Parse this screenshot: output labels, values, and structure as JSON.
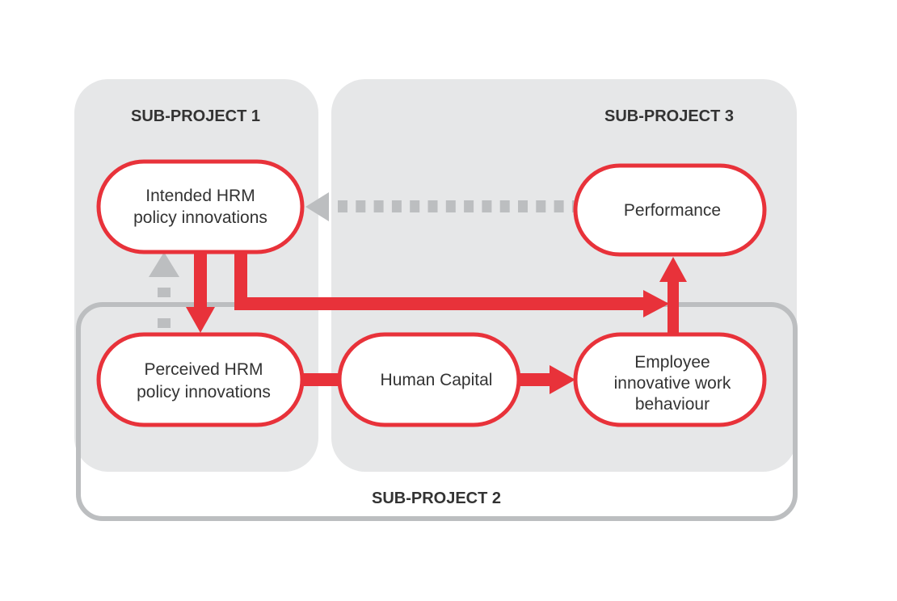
{
  "panels": {
    "sub_project_1": {
      "title": "SUB-PROJECT 1"
    },
    "sub_project_2": {
      "title": "SUB-PROJECT 2"
    },
    "sub_project_3": {
      "title": "SUB-PROJECT 3"
    }
  },
  "nodes": {
    "intended_hrm": {
      "lines": [
        "Intended HRM",
        "policy innovations"
      ]
    },
    "perceived_hrm": {
      "lines": [
        "Perceived HRM",
        "policy innovations"
      ]
    },
    "human_capital": {
      "lines": [
        "Human Capital"
      ]
    },
    "employee_iwb": {
      "lines": [
        "Employee",
        "innovative work",
        "behaviour"
      ]
    },
    "performance": {
      "lines": [
        "Performance"
      ]
    }
  },
  "edges": [
    {
      "from": "intended_hrm",
      "to": "perceived_hrm",
      "style": "solid"
    },
    {
      "from": "intended_hrm",
      "to": "employee_iwb",
      "style": "solid"
    },
    {
      "from": "perceived_hrm",
      "to": "human_capital",
      "style": "solid"
    },
    {
      "from": "human_capital",
      "to": "employee_iwb",
      "style": "solid"
    },
    {
      "from": "employee_iwb",
      "to": "performance",
      "style": "solid"
    },
    {
      "from": "performance",
      "to": "intended_hrm",
      "style": "dashed"
    },
    {
      "from": "perceived_hrm",
      "to": "intended_hrm",
      "style": "dashed"
    }
  ],
  "colors": {
    "accent": "#e8323a",
    "panel": "#e6e7e8",
    "feedback": "#bcbec0",
    "text": "#333333"
  }
}
